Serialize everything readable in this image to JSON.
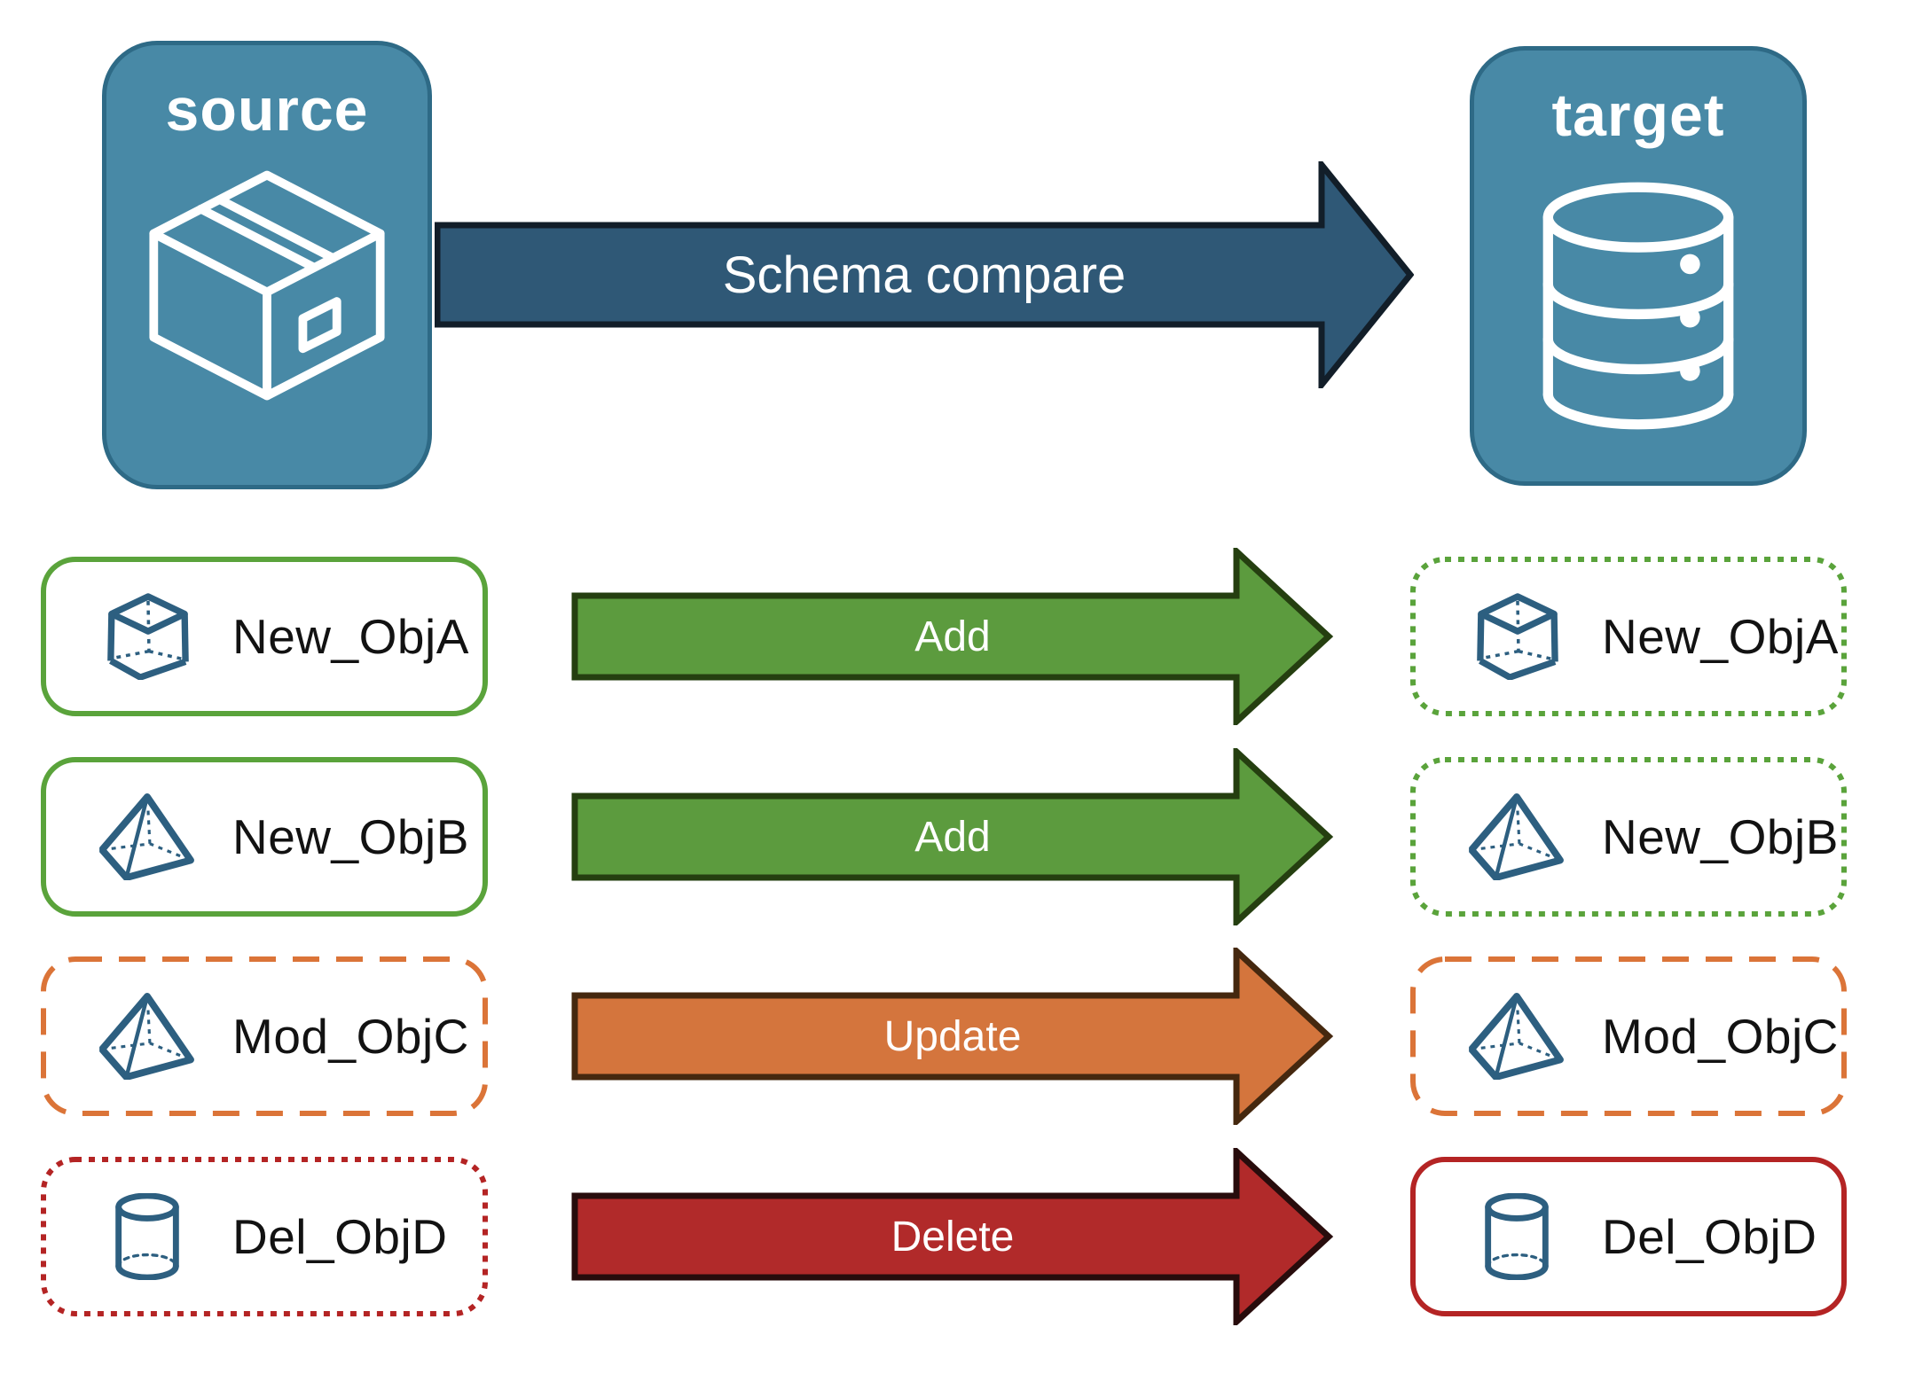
{
  "source_panel": {
    "title": "source",
    "icon": "package-icon"
  },
  "target_panel": {
    "title": "target",
    "icon": "database-icon"
  },
  "compare_arrow": {
    "label": "Schema compare"
  },
  "rows": [
    {
      "object": "New_ObjA",
      "action": "Add",
      "icon": "cube-icon",
      "source_border": "solid",
      "target_border": "dotted",
      "color": "#5AA33B"
    },
    {
      "object": "New_ObjB",
      "action": "Add",
      "icon": "pyramid-icon",
      "source_border": "solid",
      "target_border": "dotted",
      "color": "#5AA33B"
    },
    {
      "object": "Mod_ObjC",
      "action": "Update",
      "icon": "pyramid-icon",
      "source_border": "dashed",
      "target_border": "dashed",
      "color": "#DB7438"
    },
    {
      "object": "Del_ObjD",
      "action": "Delete",
      "icon": "cylinder-icon",
      "source_border": "dotted",
      "target_border": "solid",
      "color": "#B42424"
    }
  ],
  "colors": {
    "panel_blue": "#4889A6",
    "panel_border": "#2E6A86",
    "compare_arrow_fill": "#2F5876",
    "compare_arrow_border": "#121E29",
    "add_arrow_fill": "#5C9B3E",
    "update_arrow_fill": "#D4753D",
    "delete_arrow_fill": "#B12A2A",
    "object_icon_blue": "#2D5F80",
    "label_text": "#121212",
    "arrow_text": "#FFFFFF"
  }
}
